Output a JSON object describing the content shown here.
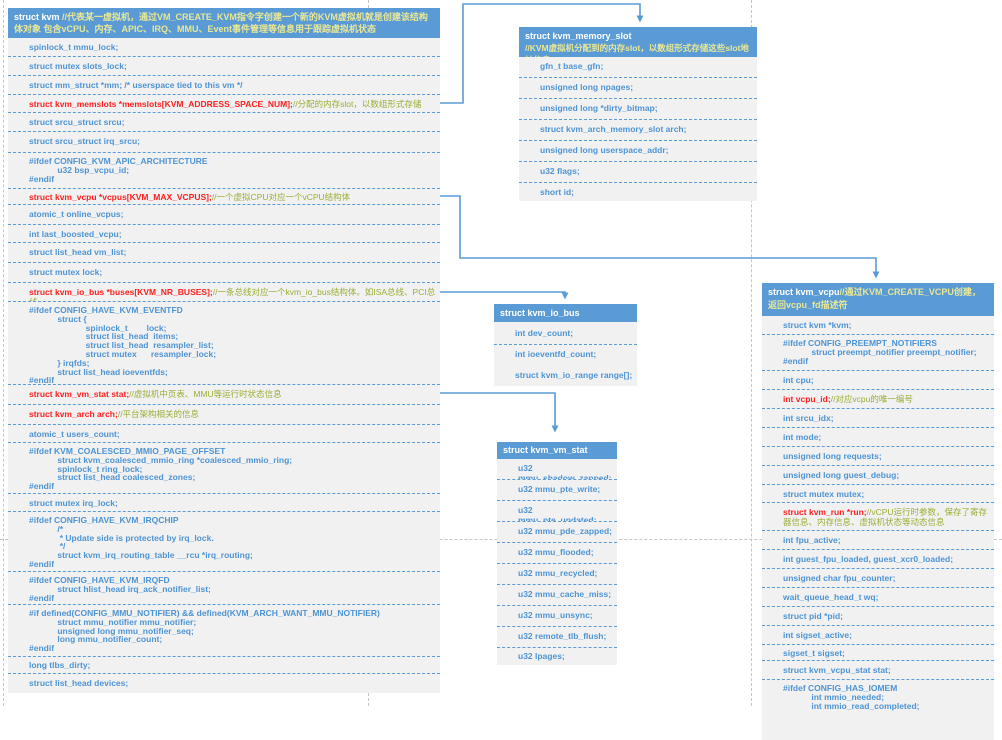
{
  "colors": {
    "header_bg": "#5B9BD5",
    "row_bg": "#F1F1F1",
    "member_text": "#4E94D4",
    "red_member": "#FF1F1F",
    "green_comment": "#9CAD35",
    "header_comment": "#E8E795",
    "divider": "#5B9BD5",
    "arrow": "#5B9BD5",
    "pagebreak": "#C6C6C6"
  },
  "boxes": {
    "kvm": {
      "title": "struct kvm",
      "title_comment": "//代表某一虚拟机，通过VM_CREATE_KVM指令字创建一个新的KVM虚拟机就是创建该结构体对象 包含vCPU、内存、APIC、IRQ、MMU、Event事件管理等信息用于跟踪虚拟机状态",
      "rows": [
        {
          "code": "spinlock_t mmu_lock;"
        },
        {
          "code": "struct mutex slots_lock;"
        },
        {
          "code": "struct mm_struct *mm; /* userspace tied to this vm */"
        },
        {
          "code": "struct kvm_memslots *memslots[KVM_ADDRESS_SPACE_NUM];",
          "comment": "//分配的内存slot，以数组形式存储"
        },
        {
          "code": "struct srcu_struct srcu;"
        },
        {
          "code": "struct srcu_struct irq_srcu;"
        },
        {
          "block": "#ifdef CONFIG_KVM_APIC_ARCHITECTURE\n            u32 bsp_vcpu_id;\n#endif"
        },
        {
          "code": "struct kvm_vcpu *vcpus[KVM_MAX_VCPUS];",
          "comment": "//一个虚拟CPU对应一个vCPU结构体"
        },
        {
          "code": "atomic_t online_vcpus;"
        },
        {
          "code": "int last_boosted_vcpu;"
        },
        {
          "code": "struct list_head vm_list;"
        },
        {
          "code": "struct mutex lock;"
        },
        {
          "code": "struct kvm_io_bus *buses[KVM_NR_BUSES];",
          "comment": "//一条总线对应一个kvm_io_bus结构体。如ISA总线、PCI总线"
        },
        {
          "block": "#ifdef CONFIG_HAVE_KVM_EVENTFD\n            struct {\n                        spinlock_t        lock;\n                        struct list_head  items;\n                        struct list_head  resampler_list;\n                        struct mutex      resampler_lock;\n            } irqfds;\n            struct list_head ioeventfds;\n#endif"
        },
        {
          "code": "struct kvm_vm_stat stat;",
          "comment": "//虚拟机中页表、MMU等运行时状态信息"
        },
        {
          "code": "struct kvm_arch arch;",
          "comment": "//平台架构相关的信息"
        },
        {
          "code": "atomic_t users_count;"
        },
        {
          "block": "#ifdef KVM_COALESCED_MMIO_PAGE_OFFSET\n            struct kvm_coalesced_mmio_ring *coalesced_mmio_ring;\n            spinlock_t ring_lock;\n            struct list_head coalesced_zones;\n#endif"
        },
        {
          "code": "struct mutex irq_lock;"
        },
        {
          "block": "#ifdef CONFIG_HAVE_KVM_IRQCHIP\n            /*\n             * Update side is protected by irq_lock.\n             */\n            struct kvm_irq_routing_table __rcu *irq_routing;\n#endif"
        },
        {
          "block": "#ifdef CONFIG_HAVE_KVM_IRQFD\n            struct hlist_head irq_ack_notifier_list;\n#endif"
        },
        {
          "block": "#if defined(CONFIG_MMU_NOTIFIER) && defined(KVM_ARCH_WANT_MMU_NOTIFIER)\n            struct mmu_notifier mmu_notifier;\n            unsigned long mmu_notifier_seq;\n            long mmu_notifier_count;\n#endif"
        },
        {
          "code": "long tlbs_dirty;"
        },
        {
          "code": "struct list_head devices;"
        }
      ]
    },
    "memory_slot": {
      "title": "struct kvm_memory_slot",
      "title_comment": "//KVM虚拟机分配到的内存slot，以数组形式存储这些slot地址信息",
      "rows": [
        {
          "code": "gfn_t base_gfn;"
        },
        {
          "code": "unsigned long npages;"
        },
        {
          "code": "unsigned long *dirty_bitmap;"
        },
        {
          "code": "struct kvm_arch_memory_slot arch;"
        },
        {
          "code": "unsigned long userspace_addr;"
        },
        {
          "code": "u32 flags;"
        },
        {
          "code": "short id;"
        }
      ]
    },
    "io_bus": {
      "title": "struct kvm_io_bus",
      "rows": [
        {
          "code": "int dev_count;"
        },
        {
          "code": "int ioeventfd_count;"
        },
        {
          "code": "struct kvm_io_range range[];"
        }
      ]
    },
    "vm_stat": {
      "title": "struct kvm_vm_stat",
      "rows": [
        {
          "code": "u32 mmu_shadow_zapped;"
        },
        {
          "code": "u32 mmu_pte_write;"
        },
        {
          "code": "u32 mmu_pte_updated;"
        },
        {
          "code": "u32 mmu_pde_zapped;"
        },
        {
          "code": "u32 mmu_flooded;"
        },
        {
          "code": "u32 mmu_recycled;"
        },
        {
          "code": "u32 mmu_cache_miss;"
        },
        {
          "code": "u32 mmu_unsync;"
        },
        {
          "code": "u32 remote_tlb_flush;"
        },
        {
          "code": "u32 lpages;"
        }
      ]
    },
    "vcpu": {
      "title": "struct kvm_vcpu",
      "title_comment": "//通过KVM_CREATE_VCPU创建，返回vcpu_fd描述符",
      "rows": [
        {
          "code": "struct kvm *kvm;"
        },
        {
          "block": "#ifdef CONFIG_PREEMPT_NOTIFIERS\n            struct preempt_notifier preempt_notifier;\n#endif"
        },
        {
          "code": "int cpu;"
        },
        {
          "code": "int vcpu_id;",
          "comment": "//对应vcpu的唯一编号"
        },
        {
          "code": "int srcu_idx;"
        },
        {
          "code": "int mode;"
        },
        {
          "code": "unsigned long requests;"
        },
        {
          "code": "unsigned long guest_debug;"
        },
        {
          "code": "struct mutex mutex;"
        },
        {
          "code": "struct kvm_run *run;",
          "comment": "//vCPU运行时参数，保存了寄存器信息、内存信息、虚拟机状态等动态信息"
        },
        {
          "code": "int fpu_active;"
        },
        {
          "code": "int guest_fpu_loaded, guest_xcr0_loaded;"
        },
        {
          "code": "unsigned char fpu_counter;"
        },
        {
          "code": "wait_queue_head_t wq;"
        },
        {
          "code": "struct pid *pid;"
        },
        {
          "code": "int sigset_active;"
        },
        {
          "code": "sigset_t sigset;"
        },
        {
          "code": "struct kvm_vcpu_stat stat;"
        },
        {
          "block": "#ifdef CONFIG_HAS_IOMEM\n            int mmio_needed;\n            int mmio_read_completed;"
        }
      ]
    }
  }
}
